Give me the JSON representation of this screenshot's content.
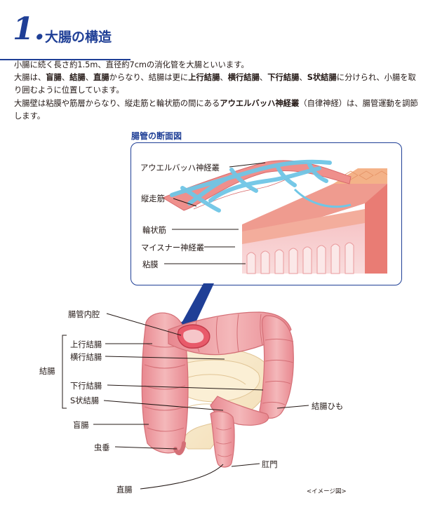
{
  "section": {
    "number": "1.",
    "title": "大腸の構造"
  },
  "intro": {
    "p1": "小腸に続く長さ約1.5m、直径約7cmの消化管を大腸といいます。",
    "p2": [
      {
        "t": "大腸は、",
        "b": false
      },
      {
        "t": "盲腸",
        "b": true
      },
      {
        "t": "、",
        "b": false
      },
      {
        "t": "結腸",
        "b": true
      },
      {
        "t": "、",
        "b": false
      },
      {
        "t": "直腸",
        "b": true
      },
      {
        "t": "からなり、結腸は更に",
        "b": false
      },
      {
        "t": "上行結腸",
        "b": true
      },
      {
        "t": "、",
        "b": false
      },
      {
        "t": "横行結腸",
        "b": true
      },
      {
        "t": "、",
        "b": false
      },
      {
        "t": "下行結腸",
        "b": true
      },
      {
        "t": "、",
        "b": false
      },
      {
        "t": "S状結腸",
        "b": true
      },
      {
        "t": "に分けられ、小腸を取り囲むように位置しています。",
        "b": false
      }
    ],
    "p3": [
      {
        "t": "大腸壁は粘膜や筋層からなり、縦走筋と輪状筋の間にある",
        "b": false
      },
      {
        "t": "アウエルバッハ神経叢",
        "b": true
      },
      {
        "t": "（自律神経）は、腸管運動を調節します。",
        "b": false
      }
    ]
  },
  "cross_section": {
    "title": "腸管の断面図",
    "labels": [
      "アウエルバッハ神経叢",
      "縦走筋",
      "輪状筋",
      "マイスナー神経叢",
      "粘膜"
    ]
  },
  "colon_labels": {
    "lumen": "腸管内腔",
    "colon_group": "結腸",
    "ascending": "上行結腸",
    "transverse": "横行結腸",
    "descending": "下行結腸",
    "sigmoid": "S状結腸",
    "cecum": "盲腸",
    "appendix": "虫垂",
    "rectum": "直腸",
    "anus": "肛門",
    "taenia": "結腸ひも",
    "note": "<イメージ図>"
  },
  "colors": {
    "accent": "#1f3f96",
    "tissue": "#e8878f",
    "nerve": "#6fc6e6"
  }
}
